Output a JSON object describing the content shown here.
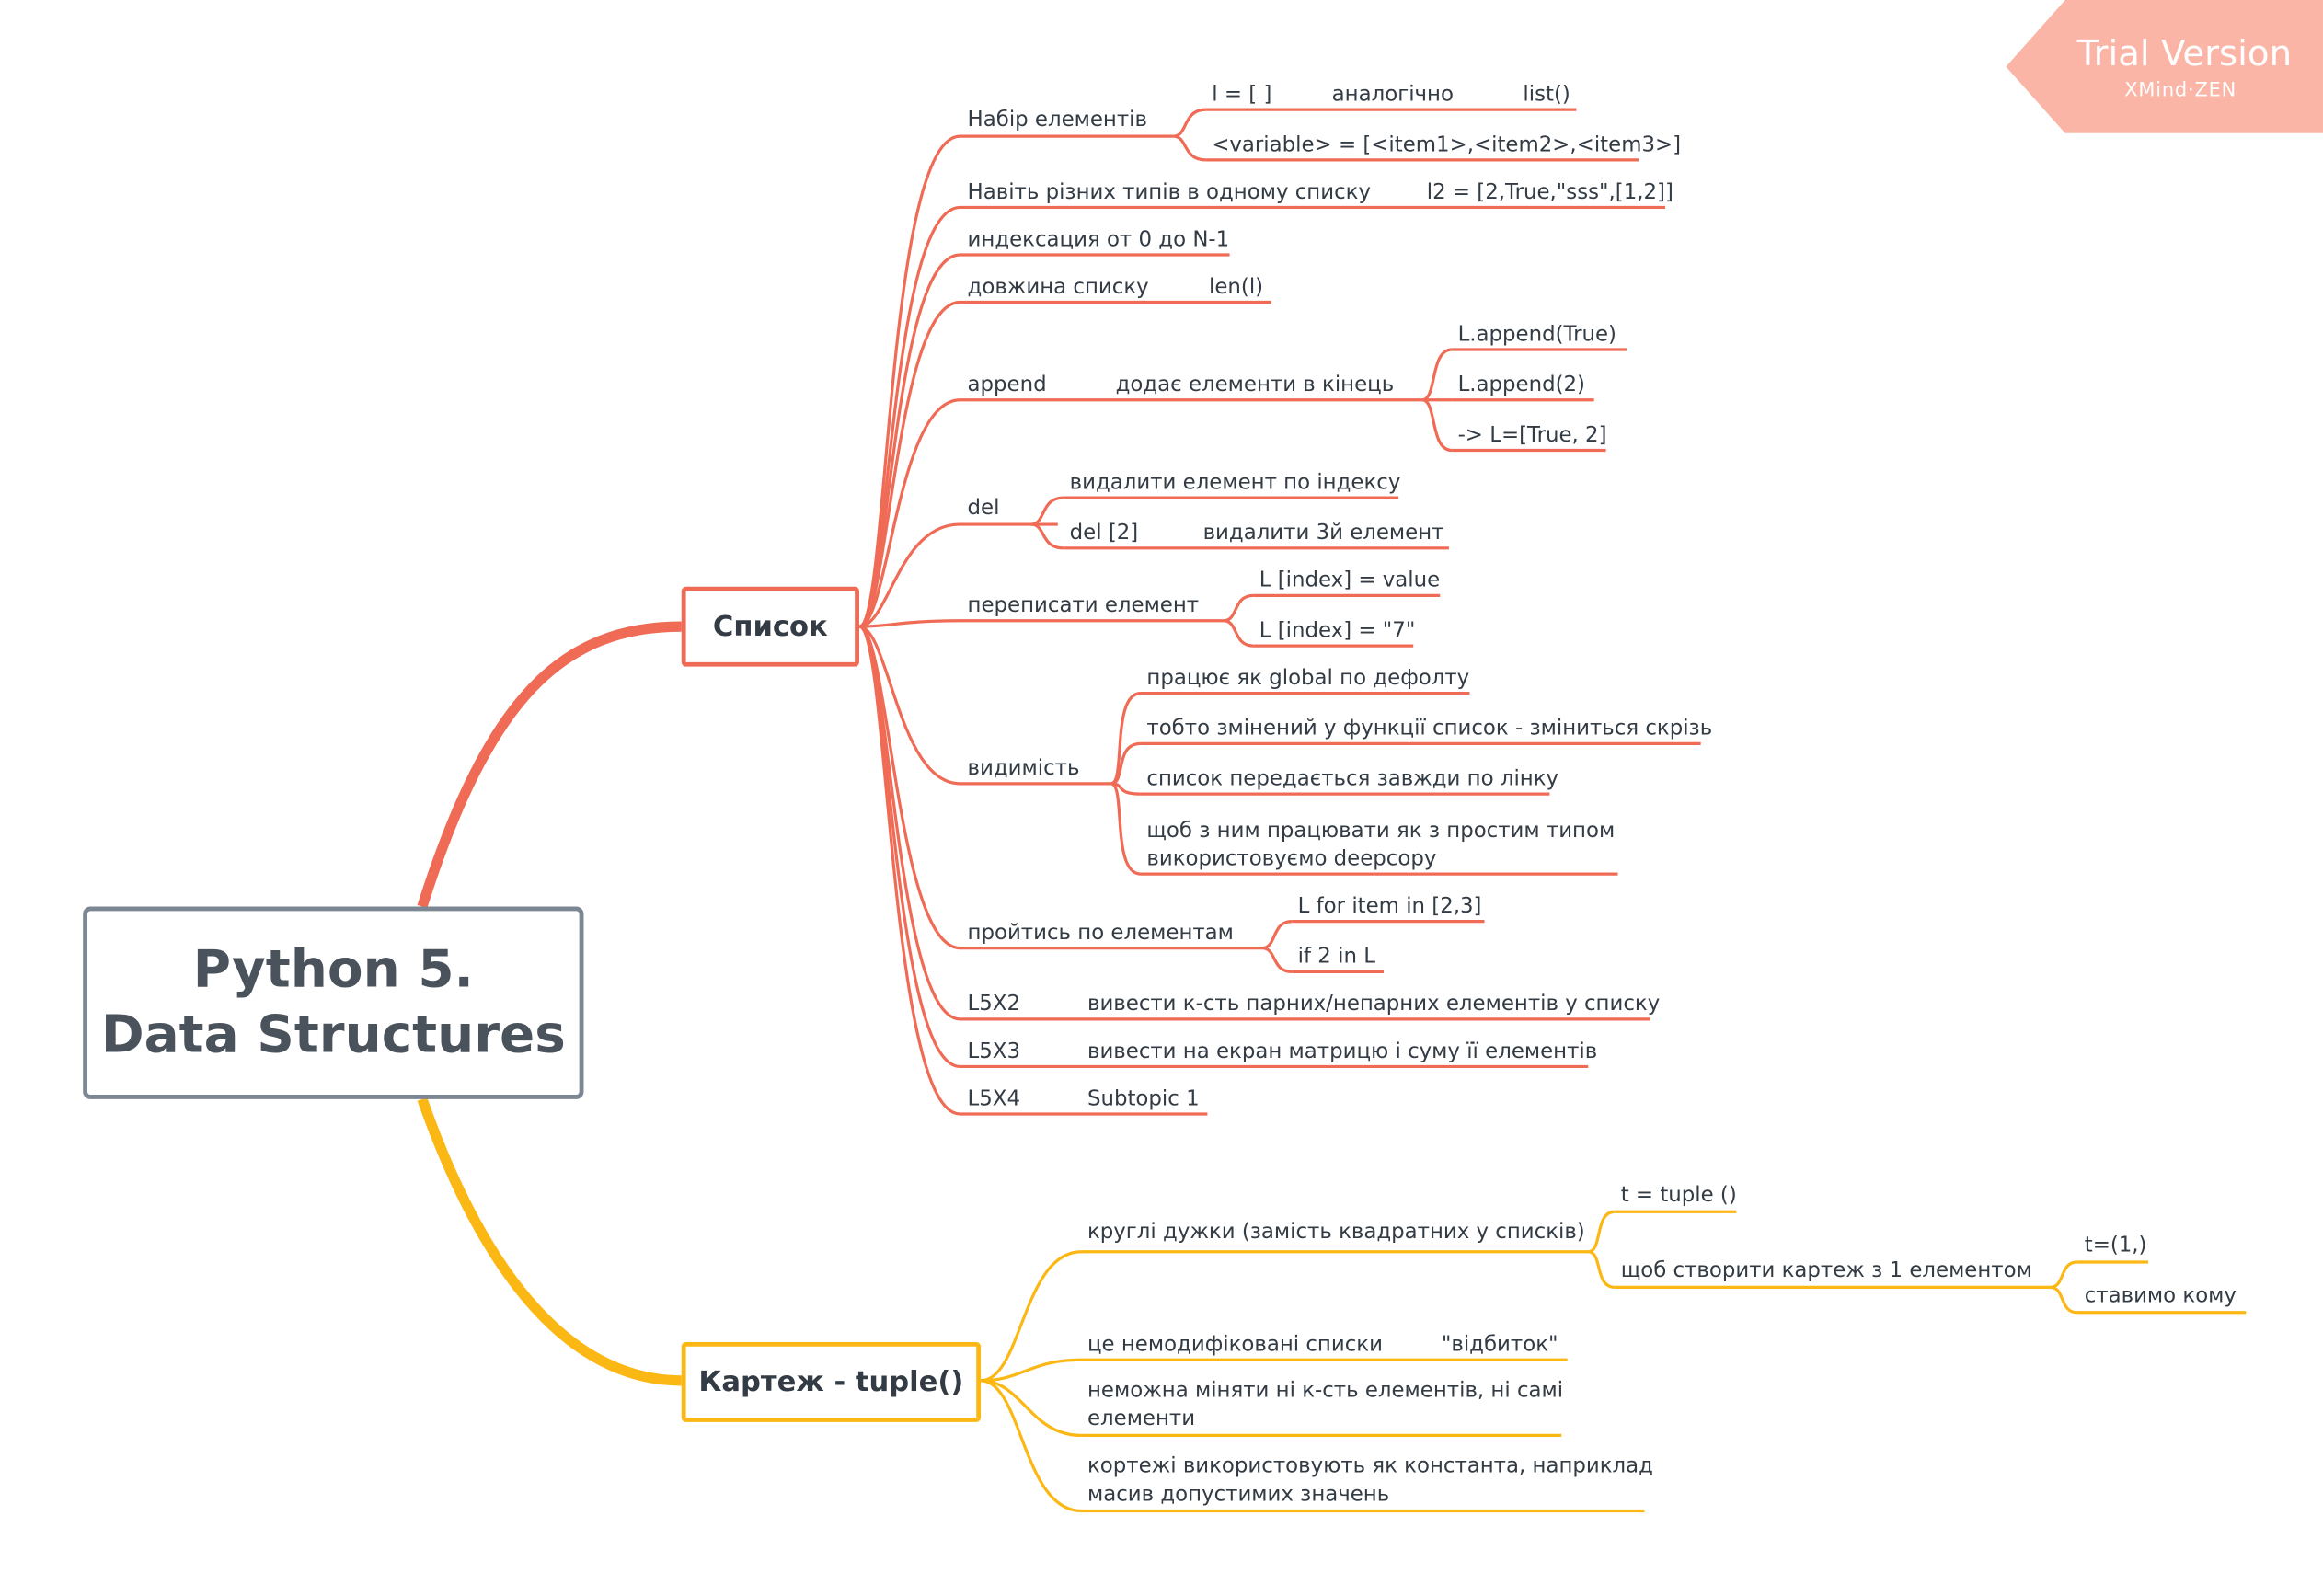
{
  "root": {
    "line1": "Python 5.",
    "line2": "Data Structures"
  },
  "colors": {
    "list_branch": "#f06b55",
    "tuple_branch": "#fbb713",
    "root_border": "#7d8793",
    "trial_bg": "#fab5a6"
  },
  "list": {
    "title": "Список",
    "nabir": {
      "label": "Набір елементів",
      "a": "l = [ ]",
      "b": "аналогічно",
      "c": "list()",
      "syntax": "<variable> = [<item1>,<item2>,<item3>]"
    },
    "types": {
      "label": "Навіть різних типів в одному списку",
      "example": "l2 = [2,True,\"sss\",[1,2]]"
    },
    "index": "индексация от 0 до N-1",
    "length": {
      "label": "довжина списку",
      "example": "len(l)"
    },
    "append": {
      "label": "append",
      "desc": "додає елементи  в кінець",
      "ex1": "L.append(True)",
      "ex2": "L.append(2)",
      "ex3": "-> L=[True, 2]"
    },
    "del": {
      "label": "del",
      "item1": "видалити елемент по індексу",
      "item2": "del [2]",
      "item2_desc": "видалити 3й елемент"
    },
    "rewrite": {
      "label": "переписати елемент",
      "ex1": "L [index] = value",
      "ex2": "L [index] = \"7\""
    },
    "visibility": {
      "label": "видимість",
      "item1": "працює як global по дефолту",
      "item2": "тобто змінений у функції список - зміниться скрізь",
      "item3": "список передається завжди по лінку",
      "item4_line1": "щоб з ним працювати як з простим типом",
      "item4_line2": "використовуємо deepcopy"
    },
    "iterate": {
      "label": "пройтись по елементам",
      "ex1": "L for item in [2,3]",
      "ex2": "if 2 in L"
    },
    "l5x2": {
      "label": "L5X2",
      "desc": "вивести к-сть парних/непарних елементів у списку"
    },
    "l5x3": {
      "label": "L5X3",
      "desc": "вивести на екран матрицю і суму її елементів"
    },
    "l5x4": {
      "label": "L5X4",
      "desc": "Subtopic 1"
    }
  },
  "tuple": {
    "title": "Картеж - tuple()",
    "brackets": {
      "label": "круглі дужки (замість квадратних у списків)",
      "ex1": "t = tuple ()",
      "ex2": "щоб створити картеж з 1 елементом",
      "ex2a": "t=(1,)",
      "ex2b": "ставимо кому"
    },
    "immutable": {
      "label": "це немодифіковані списки",
      "note": "\"відбиток\""
    },
    "cannot_change_line1": "неможна міняти ні к-сть елементів, ні самі",
    "cannot_change_line2": "елементи",
    "constants_line1": "кортежі використовують як константа, наприклад",
    "constants_line2": "масив допустимих значень"
  },
  "trial": {
    "title": "Trial Version",
    "subtitle": "XMind·ZEN"
  }
}
